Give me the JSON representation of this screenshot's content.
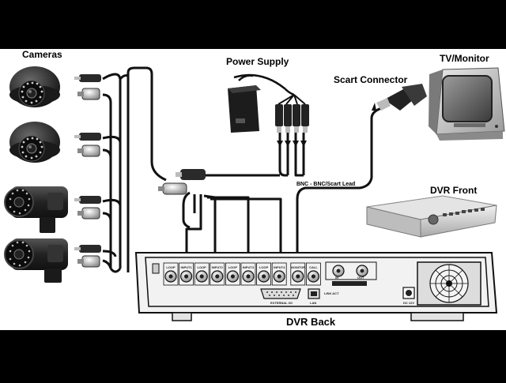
{
  "labels": {
    "cameras": "Cameras",
    "power_supply": "Power Supply",
    "tv_monitor": "TV/Monitor",
    "scart_connector": "Scart Connector",
    "bnc_lead": "BNC - BNC/Scart Lead",
    "dvr_front": "DVR Front",
    "dvr_back": "DVR Back"
  },
  "dvr_back_panel": {
    "port_labels": [
      "LOOP",
      "INPUT1",
      "LOOP",
      "INPUT2",
      "LOOP",
      "INPUT3",
      "LOOP",
      "INPUT4",
      "MONITOR",
      "CALL"
    ],
    "audio_in": "IN",
    "audio_out": "OUT",
    "external_io": "EXTERNAL I/O",
    "lan": "LAN",
    "link_act": "LINK ACT",
    "dc_power": "DC 12V"
  },
  "colors": {
    "background": "#000000",
    "canvas": "#ffffff",
    "cable": "#111111",
    "camera_body": "#2a2a2a",
    "dvr_panel": "#f0f0f0"
  }
}
